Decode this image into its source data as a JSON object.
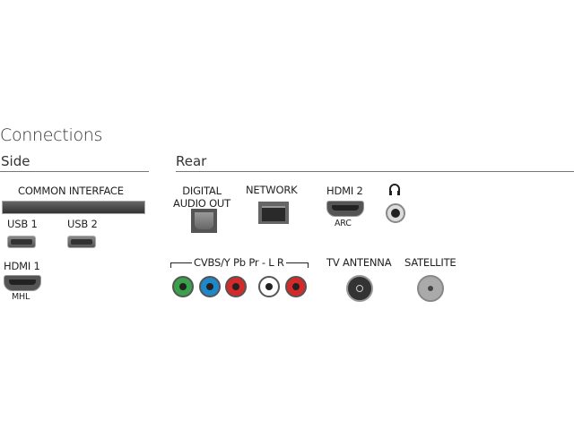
{
  "title": "Connections",
  "side": {
    "heading": "Side",
    "common_interface": "COMMON INTERFACE",
    "usb1": "USB 1",
    "usb2": "USB 2",
    "hdmi1": "HDMI 1",
    "mhl": "MHL"
  },
  "rear": {
    "heading": "Rear",
    "digital_audio_line1": "DIGITAL",
    "digital_audio_line2": "AUDIO OUT",
    "network": "NETWORK",
    "hdmi2": "HDMI 2",
    "arc": "ARC",
    "cvbs": "CVBS/Y Pb Pr - L R",
    "tv_antenna": "TV ANTENNA",
    "satellite": "SATELLITE"
  },
  "colors": {
    "green": "#3aa04a",
    "blue": "#1e88c8",
    "red": "#d42a2a",
    "white": "#ffffff"
  }
}
